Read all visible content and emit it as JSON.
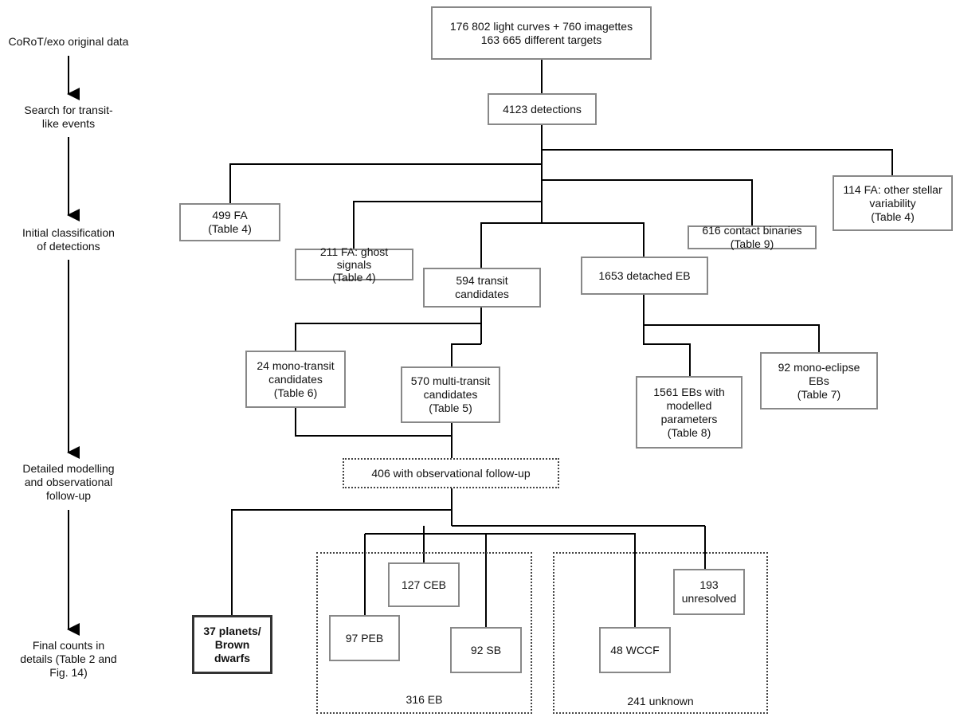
{
  "stages": {
    "s1": "CoRoT/exo original data",
    "s2": "Search for transit-\nlike events",
    "s3": "Initial classification\nof detections",
    "s4": "Detailed modelling\nand observational\nfollow-up",
    "s5": "Final counts in\ndetails (Table 2 and\nFig. 14)"
  },
  "nodes": {
    "original": "176 802 light curves + 760 imagettes\n163 665 different targets",
    "detections": "4123 detections",
    "fa499": "499 FA\n(Table 4)",
    "ghost": "211 FA: ghost\nsignals\n(Table 4)",
    "transit": "594 transit\ncandidates",
    "detached": "1653 detached EB",
    "contact": "616 contact binaries\n(Table 9)",
    "stellar": "114 FA: other stellar\nvariability\n(Table 4)",
    "mono": "24 mono-transit\ncandidates\n(Table 6)",
    "multi": "570 multi-transit\ncandidates\n(Table 5)",
    "ebs_model": "1561 EBs with\nmodelled\nparameters\n(Table 8)",
    "mono_eclipse": "92 mono-eclipse\nEBs\n(Table 7)",
    "followup": "406 with observational follow-up",
    "planets": "37 planets/\nBrown\ndwarfs",
    "ceb": "127 CEB",
    "peb": "97 PEB",
    "sb": "92 SB",
    "wccf": "48 WCCF",
    "unresolved": "193\nunresolved"
  },
  "groups": {
    "eb": "316 EB",
    "unknown": "241 unknown"
  }
}
